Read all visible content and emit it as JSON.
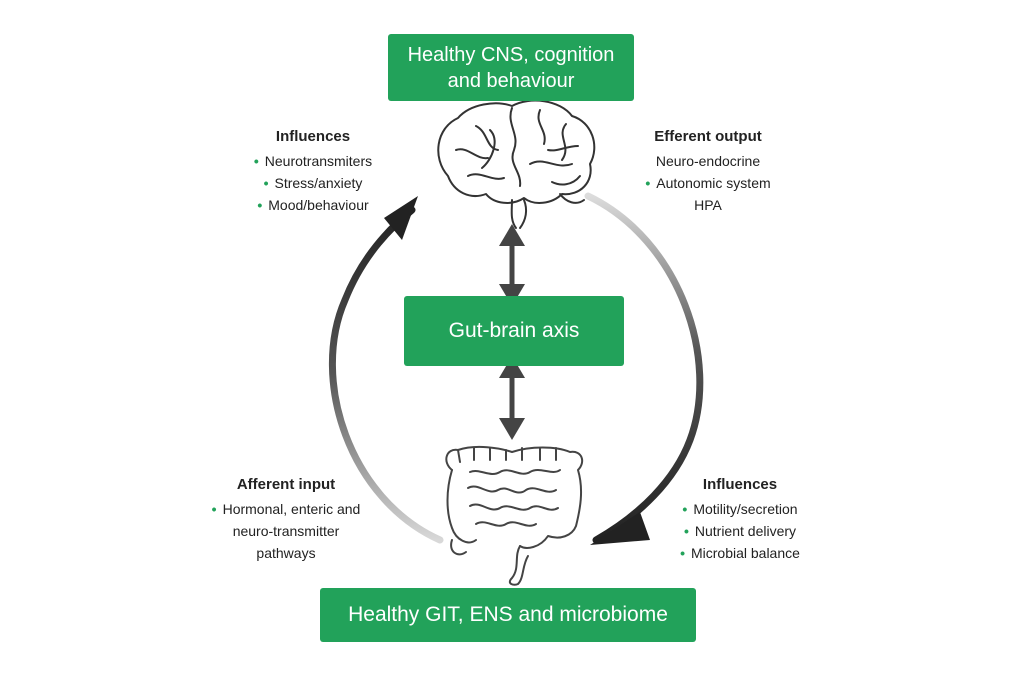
{
  "nodes": {
    "top": "Healthy CNS, cognition and behaviour",
    "middle": "Gut-brain axis",
    "bottom": "Healthy GIT, ENS and microbiome"
  },
  "influences_top": {
    "title": "Influences",
    "items": [
      "Neurotransmiters",
      "Stress/anxiety",
      "Mood/behaviour"
    ]
  },
  "efferent": {
    "title": "Efferent output",
    "lines": [
      "Neuro-endocrine",
      "Autonomic system",
      "HPA"
    ]
  },
  "afferent": {
    "title": "Afferent input",
    "lines": [
      "Hormonal, enteric and",
      "neuro-transmitter",
      "pathways"
    ]
  },
  "influences_bottom": {
    "title": "Influences",
    "items": [
      "Motility/secretion",
      "Nutrient delivery",
      "Microbial balance"
    ]
  },
  "icons": [
    "brain-icon",
    "intestine-icon",
    "bidirectional-arrow-icon",
    "cycle-arrow-icon"
  ],
  "colors": {
    "accent": "#22a25a",
    "arrow": "#2f2f2f"
  }
}
